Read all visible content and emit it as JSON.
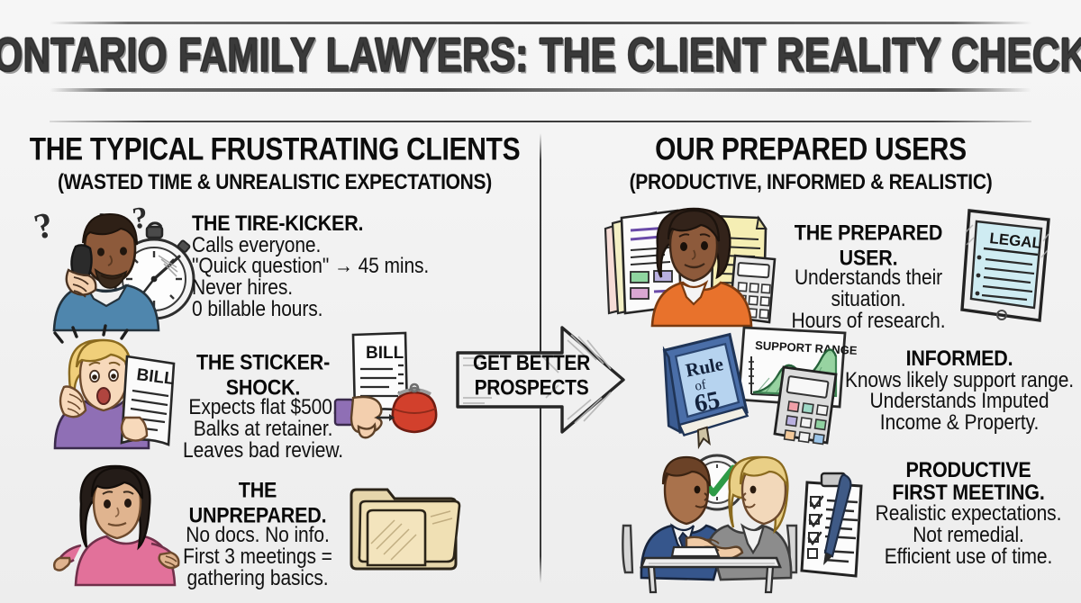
{
  "title": "ONTARIO FAMILY LAWYERS: THE CLIENT REALITY CHECK",
  "columns": {
    "left": {
      "heading": "THE TYPICAL FRUSTRATING CLIENTS",
      "subheading": "(WASTED TIME & UNREALISTIC EXPECTATIONS)",
      "items": [
        {
          "lead": "THE TIRE-KICKER.",
          "lines": [
            "Calls everyone.",
            "\"Quick question\" → 45 mins.",
            "Never hires.",
            "0 billable hours."
          ],
          "art": "man-on-phone-with-stopwatch"
        },
        {
          "lead": "THE STICKER-SHOCK.",
          "lines": [
            "Expects flat $500.",
            "Balks at retainer.",
            "Leaves bad review."
          ],
          "art": "shocked-woman-with-bill"
        },
        {
          "lead": "THE UNPREPARED.",
          "lines": [
            "No docs. No info.",
            "First 3 meetings =",
            "gathering basics."
          ],
          "art": "shrugging-woman-and-folder"
        }
      ]
    },
    "right": {
      "heading": "OUR PREPARED USERS",
      "subheading": "(PRODUCTIVE, INFORMED & REALISTIC)",
      "items": [
        {
          "lead": "THE PREPARED USER.",
          "lines": [
            "Understands their",
            "situation.",
            "Hours of research."
          ],
          "art": "woman-with-documents-and-legal-tablet"
        },
        {
          "lead": "INFORMED.",
          "lines": [
            "Knows likely support range.",
            "Understands Imputed",
            "Income & Property."
          ],
          "art": "rule-of-65-book-and-support-range-chart"
        },
        {
          "lead_lines": [
            "PRODUCTIVE",
            "FIRST MEETING."
          ],
          "lines": [
            "Realistic expectations.",
            "Not remedial.",
            "Efficient use of time."
          ],
          "art": "handshake-meeting-with-checklist"
        }
      ]
    }
  },
  "arrow": {
    "line1": "GET BETTER",
    "line2": "PROSPECTS"
  },
  "art_labels": {
    "bill": "BILL",
    "legal": "LEGAL",
    "support_range": "SUPPORT RANGE",
    "rule": "Rule",
    "of": "of",
    "sixtyfive": "65"
  },
  "colors": {
    "background": "#f2f2f2",
    "ink": "#111111",
    "title_ink": "#3a3a3a",
    "skin_dark": "#8d5a3b",
    "skin_light": "#f2cfae",
    "shirt_blue": "#4f86ad",
    "shirt_purple": "#8f6fb5",
    "shirt_pink": "#e2719a",
    "shirt_orange": "#e8722c",
    "folder_tan": "#ecd9a8",
    "purse_red": "#d2402c",
    "book_blue": "#4a6ea8",
    "chart_green": "#7fc88a",
    "tablet_cyan": "#c9eaf0",
    "check_green": "#2e9b46"
  }
}
